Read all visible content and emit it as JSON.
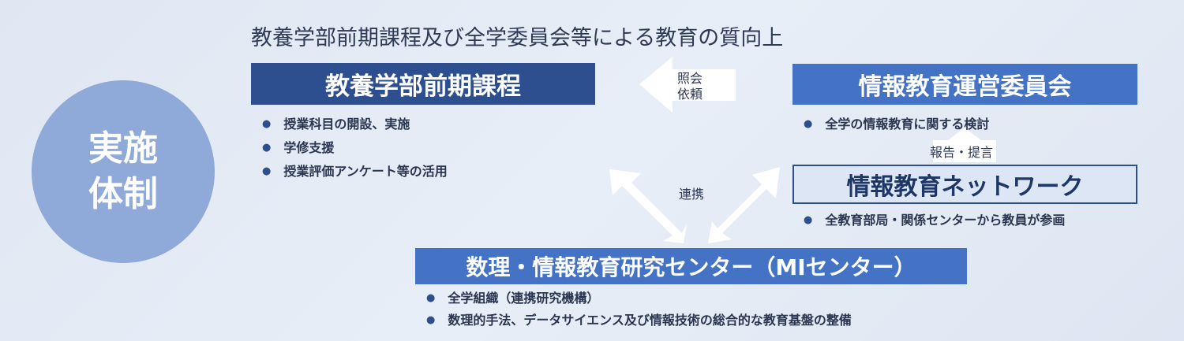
{
  "headline": "教養学部前期課程及び全学委員会等による教育の質向上",
  "circle_label": "実施\n体制",
  "kyoyo": {
    "title": "教養学部前期課程",
    "items": [
      "授業科目の開設、実施",
      "学修支援",
      "授業評価アンケート等の活用"
    ]
  },
  "unei": {
    "title": "情報教育運営委員会",
    "items": [
      "全学の情報教育に関する検討"
    ]
  },
  "network": {
    "title": "情報教育ネットワーク",
    "items": [
      "全教育部局・関係センターから教員が参画"
    ]
  },
  "mi_center": {
    "title": "数理・情報教育研究センター（MIセンター）",
    "items": [
      "全学組織（連携研究機構）",
      "数理的手法、データサイエンス及び情報技術の総合的な教育基盤の整備"
    ]
  },
  "arrows": {
    "shokai_line1": "照会",
    "shokai_line2": "依頼",
    "hokoku": "報告・提言",
    "renkei": "連携"
  },
  "colors": {
    "dark_blue": "#2e4f8f",
    "blue": "#4472c4",
    "circle": "#8fa9d8",
    "arrow_white": "#ffffff"
  }
}
